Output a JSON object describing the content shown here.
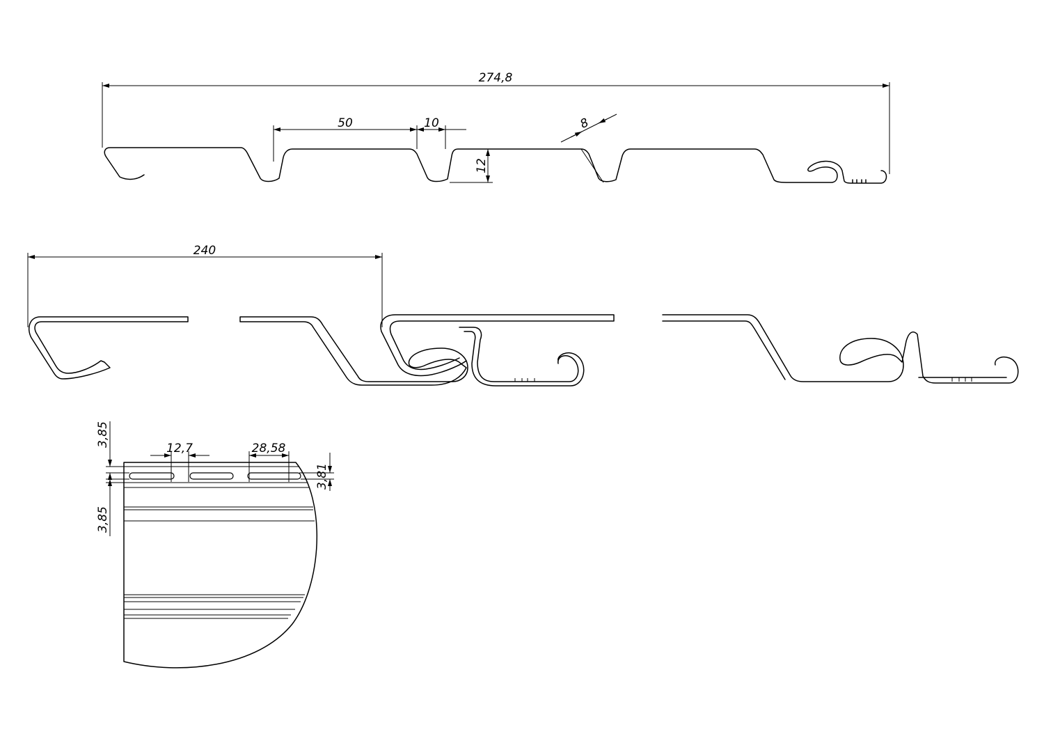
{
  "dimensions": {
    "overall_width": "274,8",
    "pitch": "50",
    "groove_width": "10",
    "groove_depth": "12",
    "groove_wall": "8",
    "panel_cover": "240",
    "slot_length": "12,7",
    "slot_spacing": "28,58",
    "slot_height": "3,81",
    "edge_offset_top": "3,85",
    "edge_offset_bottom": "3,85"
  },
  "colors": {
    "line": "#000000",
    "background": "#ffffff"
  }
}
